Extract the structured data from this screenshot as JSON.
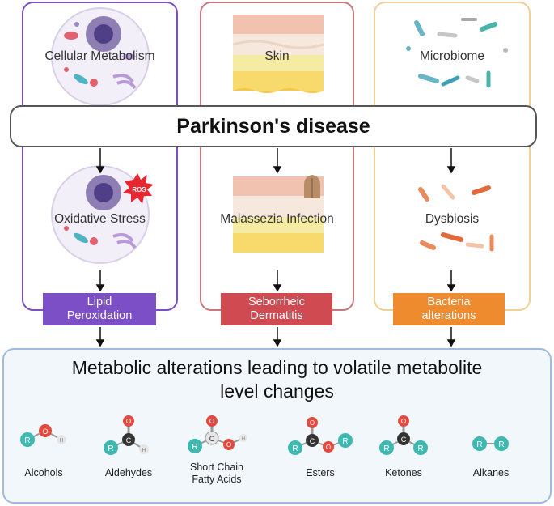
{
  "central": {
    "title": "Parkinson's disease"
  },
  "columns": [
    {
      "top_label": "Cellular Metabolism",
      "middle_label": "Oxidative Stress",
      "badge": "ROS",
      "outcome": [
        "Lipid",
        "Peroxidation"
      ],
      "color": "#7d4fc6"
    },
    {
      "top_label": "Skin",
      "middle_label": "Malassezia Infection",
      "outcome": [
        "Seborrheic",
        "Dermatitis"
      ],
      "color": "#cf4b51"
    },
    {
      "top_label": "Microbiome",
      "middle_label": "Dysbiosis",
      "outcome": [
        "Bacteria",
        "alterations"
      ],
      "color": "#ee8b2e"
    }
  ],
  "bottom": {
    "title_line1": "Metabolic alterations leading to volatile metabolite",
    "title_line2": "level changes",
    "molecules": [
      {
        "name": "Alcohols"
      },
      {
        "name": "Aldehydes"
      },
      {
        "name_line1": "Short Chain",
        "name_line2": "Fatty Acids"
      },
      {
        "name": "Esters"
      },
      {
        "name": "Ketones"
      },
      {
        "name": "Alkanes"
      }
    ],
    "atom_labels": {
      "r": "R",
      "o": "O",
      "c": "C",
      "h": "H"
    }
  },
  "colors": {
    "r_atom": "#3fb8b0",
    "o_atom": "#e2493f",
    "c_atom": "#333333",
    "h_atom": "#e6e6e6",
    "bottom_border": "#9fbce0"
  }
}
